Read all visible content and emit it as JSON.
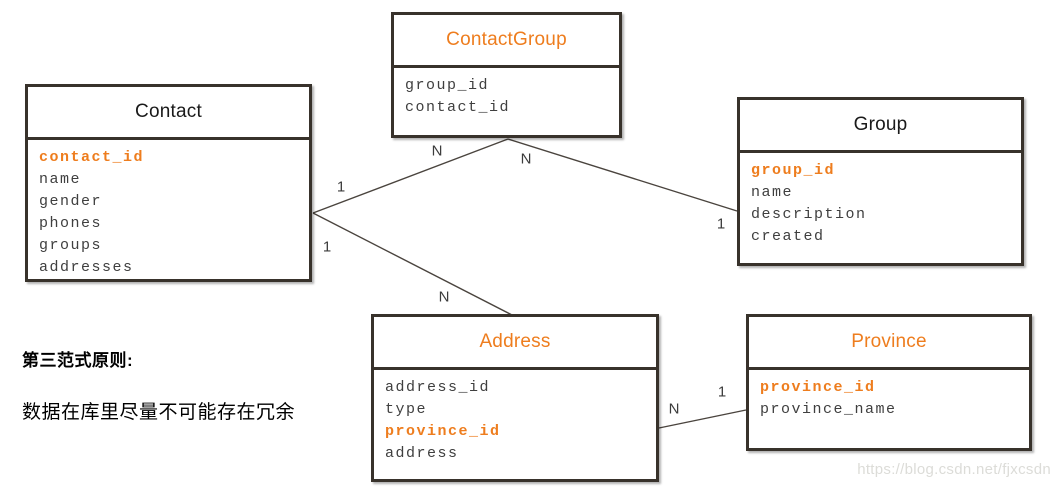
{
  "diagram": {
    "colors": {
      "accent": "#EE7D1E",
      "border": "#38322B",
      "field_text": "#3F3F3F",
      "title_text": "#1A1A1A",
      "line": "#4A443E"
    },
    "entities": [
      {
        "title": "Contact",
        "accent_title": false,
        "fields": [
          {
            "text": "contact_id",
            "pk": true
          },
          {
            "text": "name"
          },
          {
            "text": "gender"
          },
          {
            "text": "phones"
          },
          {
            "text": "groups"
          },
          {
            "text": "addresses"
          }
        ]
      },
      {
        "title": "ContactGroup",
        "accent_title": true,
        "fields": [
          {
            "text": "group_id"
          },
          {
            "text": "contact_id"
          }
        ]
      },
      {
        "title": "Group",
        "accent_title": false,
        "fields": [
          {
            "text": "group_id",
            "pk": true
          },
          {
            "text": "name"
          },
          {
            "text": "description"
          },
          {
            "text": "created"
          }
        ]
      },
      {
        "title": "Address",
        "accent_title": true,
        "fields": [
          {
            "text": "address_id"
          },
          {
            "text": "type"
          },
          {
            "text": "province_id",
            "pk": true
          },
          {
            "text": "address"
          }
        ]
      },
      {
        "title": "Province",
        "accent_title": true,
        "fields": [
          {
            "text": "province_id",
            "pk": true
          },
          {
            "text": "province_name"
          }
        ]
      }
    ],
    "relationships": [
      {
        "from": "Contact",
        "to": "ContactGroup",
        "from_card": "1",
        "to_card": "N"
      },
      {
        "from": "Contact",
        "to": "Address",
        "from_card": "1",
        "to_card": "N"
      },
      {
        "from": "ContactGroup",
        "to": "Group",
        "from_card": "N",
        "to_card": "1"
      },
      {
        "from": "Address",
        "to": "Province",
        "from_card": "N",
        "to_card": "1"
      }
    ],
    "note": {
      "heading": "第三范式原则:",
      "body": "数据在库里尽量不可能存在冗余"
    },
    "watermark": "https://blog.csdn.net/fjxcsdn"
  }
}
